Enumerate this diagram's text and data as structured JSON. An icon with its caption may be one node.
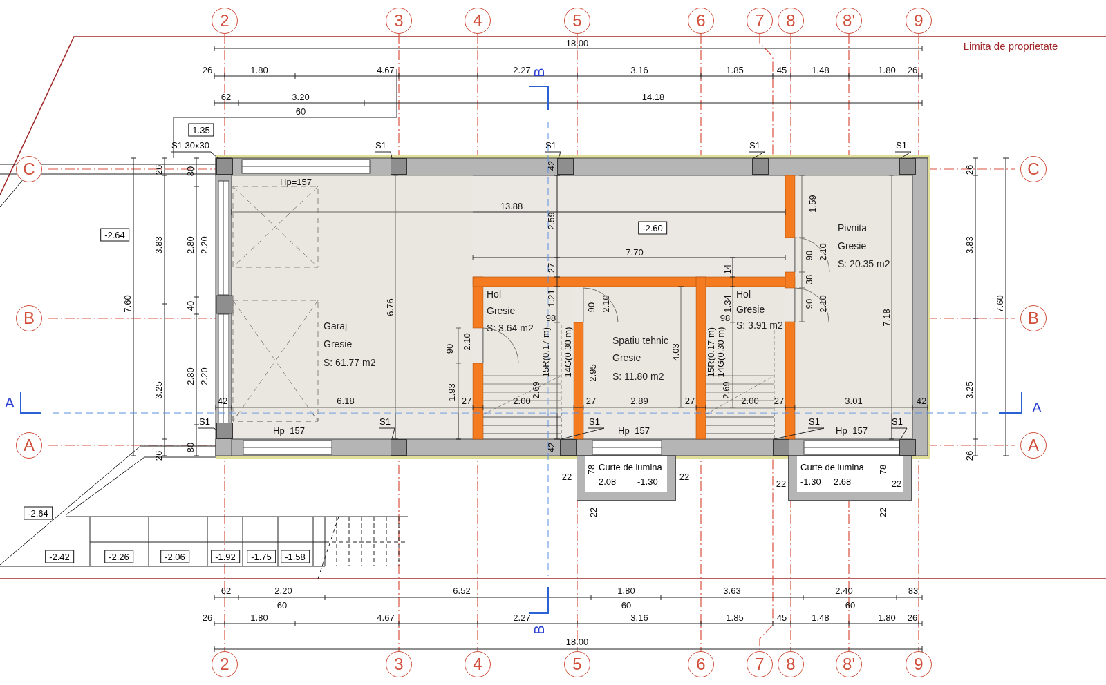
{
  "diagram": {
    "nodes": [
      {
        "text": [
          "Garaj",
          "Gresie",
          "S: 61.77 m2"
        ]
      },
      {
        "text": [
          "Hol",
          "Gresie",
          "S: 3.64 m2"
        ]
      },
      {
        "text": [
          "Spatiu tehnic",
          "Gresie",
          "S: 11.80 m2"
        ]
      },
      {
        "text": [
          "Hol",
          "Gresie",
          "S: 3.91 m2"
        ]
      },
      {
        "text": [
          "Pivnita",
          "Gresie",
          "S: 20.35 m2"
        ]
      },
      {
        "text": [
          "Curte de lumina",
          "2.08",
          "-1.30"
        ]
      },
      {
        "text": [
          "Curte de lumina",
          "-1.30",
          "2.68"
        ]
      },
      {
        "text": [
          "2"
        ]
      },
      {
        "text": [
          "3"
        ]
      },
      {
        "text": [
          "4"
        ]
      },
      {
        "text": [
          "5"
        ]
      },
      {
        "text": [
          "6"
        ]
      },
      {
        "text": [
          "7"
        ]
      },
      {
        "text": [
          "8"
        ]
      },
      {
        "text": [
          "8'"
        ]
      },
      {
        "text": [
          "9"
        ]
      },
      {
        "text": [
          "C"
        ]
      },
      {
        "text": [
          "B"
        ]
      },
      {
        "text": [
          "A"
        ]
      },
      {
        "text": [
          "C"
        ]
      },
      {
        "text": [
          "B"
        ]
      },
      {
        "text": [
          "A"
        ]
      },
      {
        "text": [
          "2"
        ]
      },
      {
        "text": [
          "3"
        ]
      },
      {
        "text": [
          "4"
        ]
      },
      {
        "text": [
          "5"
        ]
      },
      {
        "text": [
          "6"
        ]
      },
      {
        "text": [
          "7"
        ]
      },
      {
        "text": [
          "8"
        ]
      },
      {
        "text": [
          "8'"
        ]
      },
      {
        "text": [
          "9"
        ]
      },
      {
        "text": [
          "1.35"
        ]
      },
      {
        "text": [
          "-2.64"
        ]
      },
      {
        "text": [
          "-2.60"
        ]
      },
      {
        "text": [
          "-2.64"
        ]
      },
      {
        "text": [
          "-2.42"
        ]
      },
      {
        "text": [
          "-2.26"
        ]
      },
      {
        "text": [
          "-2.06"
        ]
      },
      {
        "text": [
          "-1.92"
        ]
      },
      {
        "text": [
          "-1.75"
        ]
      },
      {
        "text": [
          "-1.58"
        ]
      },
      {
        "text": [
          "S1 30x30"
        ]
      },
      {
        "text": [
          "S1"
        ]
      },
      {
        "text": [
          "S1"
        ]
      },
      {
        "text": [
          "S1"
        ]
      },
      {
        "text": [
          "S1"
        ]
      },
      {
        "text": [
          "S1"
        ]
      },
      {
        "text": [
          "S1"
        ]
      },
      {
        "text": [
          "S1"
        ]
      },
      {
        "text": [
          "S1"
        ]
      },
      {
        "text": [
          "S1"
        ]
      },
      {
        "text": [],
        "shape": "box"
      },
      {
        "text": [],
        "shape": "box"
      },
      {
        "text": [],
        "shape": "box"
      },
      {
        "text": [],
        "shape": "box"
      },
      {
        "text": [],
        "shape": "box"
      },
      {
        "text": [],
        "shape": "box"
      },
      {
        "text": [],
        "shape": "box"
      },
      {
        "text": [],
        "shape": "box"
      },
      {
        "text": [],
        "shape": "box"
      },
      {
        "text": [],
        "shape": "box"
      }
    ],
    "edges": [
      {
        "from": 41,
        "to": 51,
        "arrow": "none"
      },
      {
        "from": 42,
        "to": 52,
        "arrow": "none"
      },
      {
        "from": 43,
        "to": 53,
        "arrow": "none"
      },
      {
        "from": 44,
        "to": 54,
        "arrow": "none"
      },
      {
        "from": 45,
        "to": 55,
        "arrow": "none"
      },
      {
        "from": 46,
        "to": 56,
        "arrow": "none"
      },
      {
        "from": 47,
        "to": 57,
        "arrow": "none"
      },
      {
        "from": 48,
        "to": 58,
        "arrow": "none"
      },
      {
        "from": 49,
        "to": 59,
        "arrow": "none"
      },
      {
        "from": 50,
        "to": 60,
        "arrow": "none"
      }
    ],
    "labels": [
      "18.00",
      "Limita de proprietate",
      "26",
      "1.80",
      "4.67",
      "2.27",
      "B",
      "3.16",
      "1.85",
      "45",
      "1.48",
      "1.80",
      "26",
      "62",
      "3.20",
      "14.18",
      "60",
      "26",
      "80",
      "42",
      "26",
      "Hp=157",
      "13.88",
      "1.59",
      "2.59",
      "3.83",
      "2.80",
      "2.20",
      "7.70",
      "90",
      "2.10",
      "3.83",
      "27",
      "14",
      "38",
      "7.60",
      "40",
      "6.76",
      "1.21",
      "90",
      "2.10",
      "1.34",
      "90",
      "2.10",
      "7.18",
      "7.60",
      "98",
      "98",
      "90",
      "2.10",
      "15R(0.17 m)",
      "14G(0.30 m)",
      "4.03",
      "15R(0.17 m)",
      "14G(0.30 m)",
      "3.25",
      "2.80",
      "2.20",
      "1.93",
      "2.69",
      "2.95",
      "2.69",
      "3.25",
      "42",
      "6.18",
      "27",
      "2.00",
      "27",
      "2.89",
      "27",
      "2.00",
      "27",
      "3.01",
      "42",
      "A",
      "A",
      "Hp=157",
      "Hp=157",
      "Hp=157",
      "26",
      "80",
      "42",
      "26",
      "22",
      "78",
      "22",
      "22",
      "78",
      "22",
      "22",
      "22",
      "62",
      "2.20",
      "6.52",
      "1.80",
      "3.63",
      "2.40",
      "83",
      "60",
      "60",
      "60",
      "26",
      "1.80",
      "4.67",
      "2.27",
      "3.16",
      "1.85",
      "45",
      "1.48",
      "1.80",
      "26",
      "B",
      "18.00"
    ]
  }
}
